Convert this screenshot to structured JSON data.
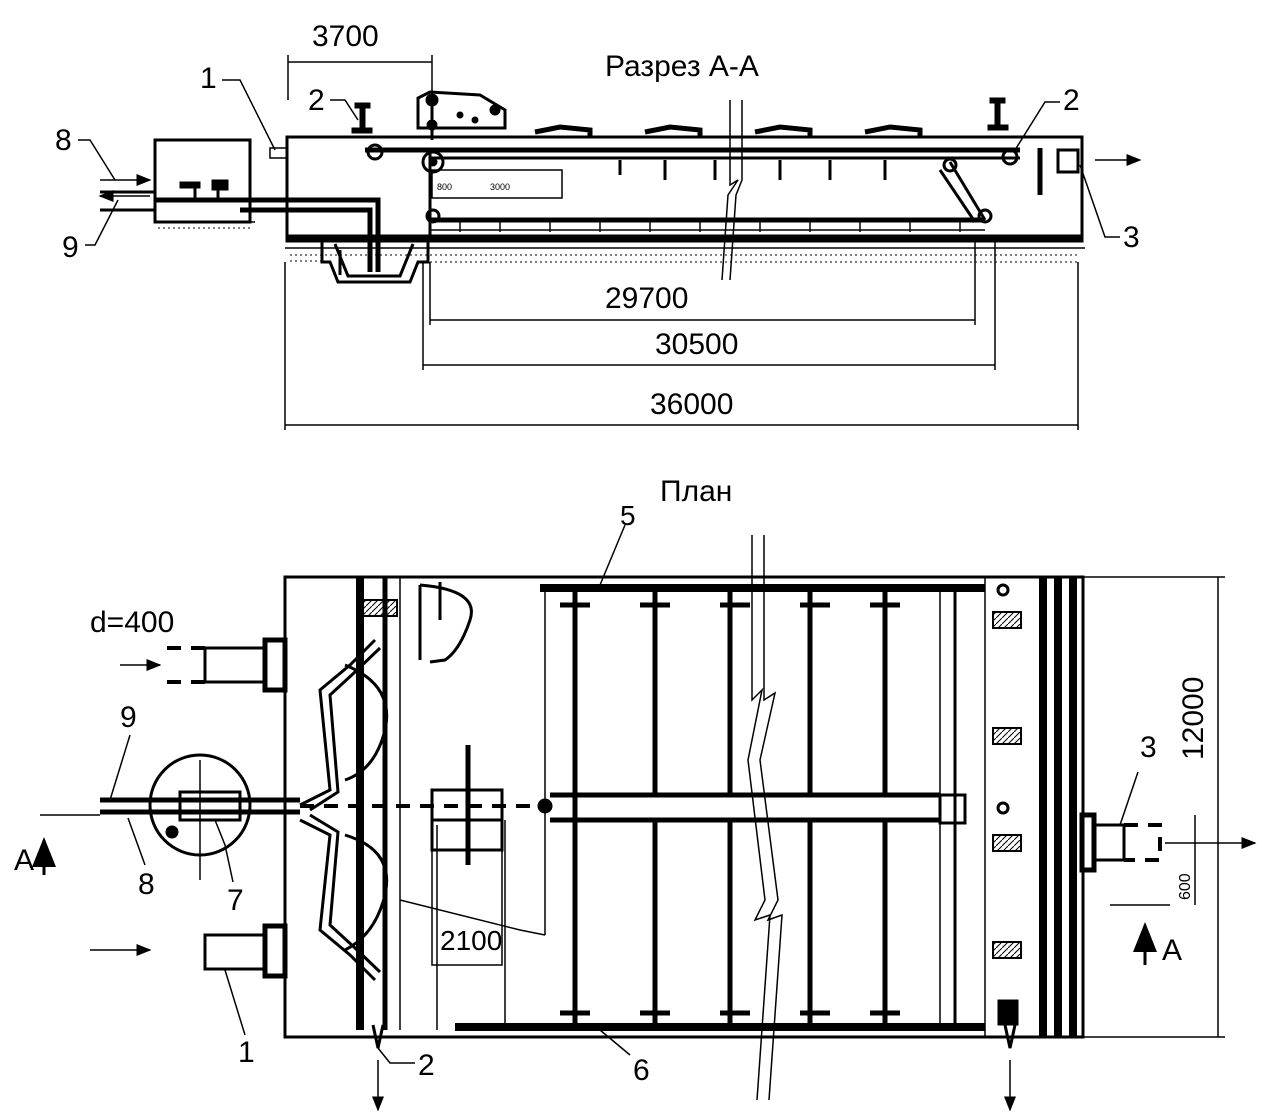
{
  "section": {
    "title": "Разрез А-А",
    "dims": {
      "d3700": "3700",
      "d29700": "29700",
      "d30500": "30500",
      "d36000": "36000",
      "d800": "800",
      "d3000": "3000"
    },
    "callouts": {
      "c1": "1",
      "c2_left": "2",
      "c2_right": "2",
      "c3": "3",
      "c8": "8",
      "c9": "9"
    }
  },
  "plan": {
    "title": "План",
    "pipe_diameter": "d=400",
    "dims": {
      "d12000": "12000",
      "d2100": "2100",
      "d600": "600"
    },
    "callouts": {
      "c1": "1",
      "c2": "2",
      "c3": "3",
      "c5": "5",
      "c6": "6",
      "c7": "7",
      "c8": "8",
      "c9": "9"
    },
    "section_marks": {
      "left": "А",
      "right": "А"
    }
  }
}
